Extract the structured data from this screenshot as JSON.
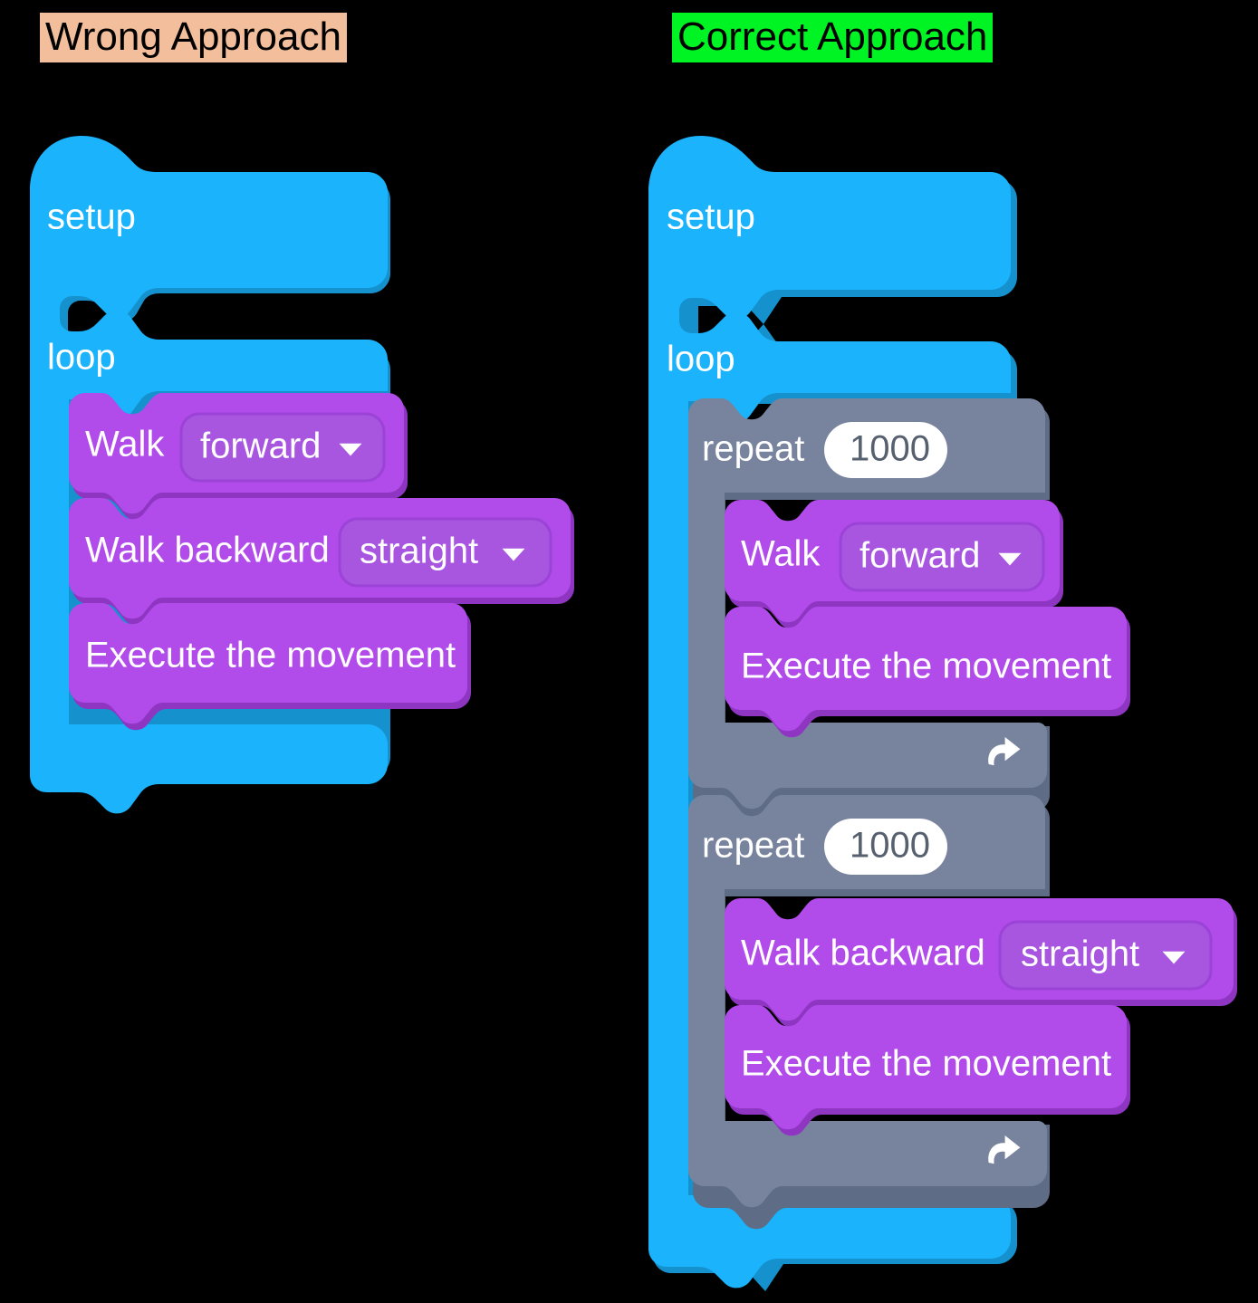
{
  "page": {
    "background": "#000000",
    "title_left": "Wrong Approach",
    "title_right": "Correct Approach"
  },
  "labels": {
    "wrong": {
      "text": "Wrong Approach",
      "highlight": "#F2BE9B",
      "color": "#000000"
    },
    "correct": {
      "text": "Correct Approach",
      "highlight": "#00F423",
      "color": "#000000"
    }
  },
  "colors": {
    "event_blue": "#1AB3FC",
    "event_blue_shadow": "#1592CE",
    "control_gray": "#78849E",
    "control_gray_shadow": "#5E6C85",
    "motion_purple": "#B14BEA",
    "motion_purple_shadow": "#8E35C2",
    "dropdown_purple": "#A855E0",
    "dropdown_border": "#9A43D6",
    "input_white": "#FFFFFF",
    "input_text": "#57606E",
    "block_text": "#FFFFFF"
  },
  "wrong_approach": {
    "setup_block": {
      "label": "setup",
      "type": "hat-block"
    },
    "loop_block": {
      "label": "loop",
      "type": "c-block"
    },
    "statements": [
      {
        "label": "Walk",
        "type": "motion-block",
        "field": {
          "kind": "dropdown",
          "value": "forward",
          "icon": "chevron-down-icon"
        }
      },
      {
        "label": "Walk backward",
        "type": "motion-block",
        "field": {
          "kind": "dropdown",
          "value": "straight",
          "icon": "chevron-down-icon"
        }
      },
      {
        "label": "Execute the movement",
        "type": "motion-block",
        "field": null
      }
    ]
  },
  "correct_approach": {
    "setup_block": {
      "label": "setup",
      "type": "hat-block"
    },
    "loop_block": {
      "label": "loop",
      "type": "c-block"
    },
    "repeats": [
      {
        "label": "repeat",
        "count": "1000",
        "loop_icon": "loop-arrow-icon",
        "statements": [
          {
            "label": "Walk",
            "type": "motion-block",
            "field": {
              "kind": "dropdown",
              "value": "forward",
              "icon": "chevron-down-icon"
            }
          },
          {
            "label": "Execute the movement",
            "type": "motion-block",
            "field": null
          }
        ]
      },
      {
        "label": "repeat",
        "count": "1000",
        "loop_icon": "loop-arrow-icon",
        "statements": [
          {
            "label": "Walk backward",
            "type": "motion-block",
            "field": {
              "kind": "dropdown",
              "value": "straight",
              "icon": "chevron-down-icon"
            }
          },
          {
            "label": "Execute the movement",
            "type": "motion-block",
            "field": null
          }
        ]
      }
    ]
  }
}
